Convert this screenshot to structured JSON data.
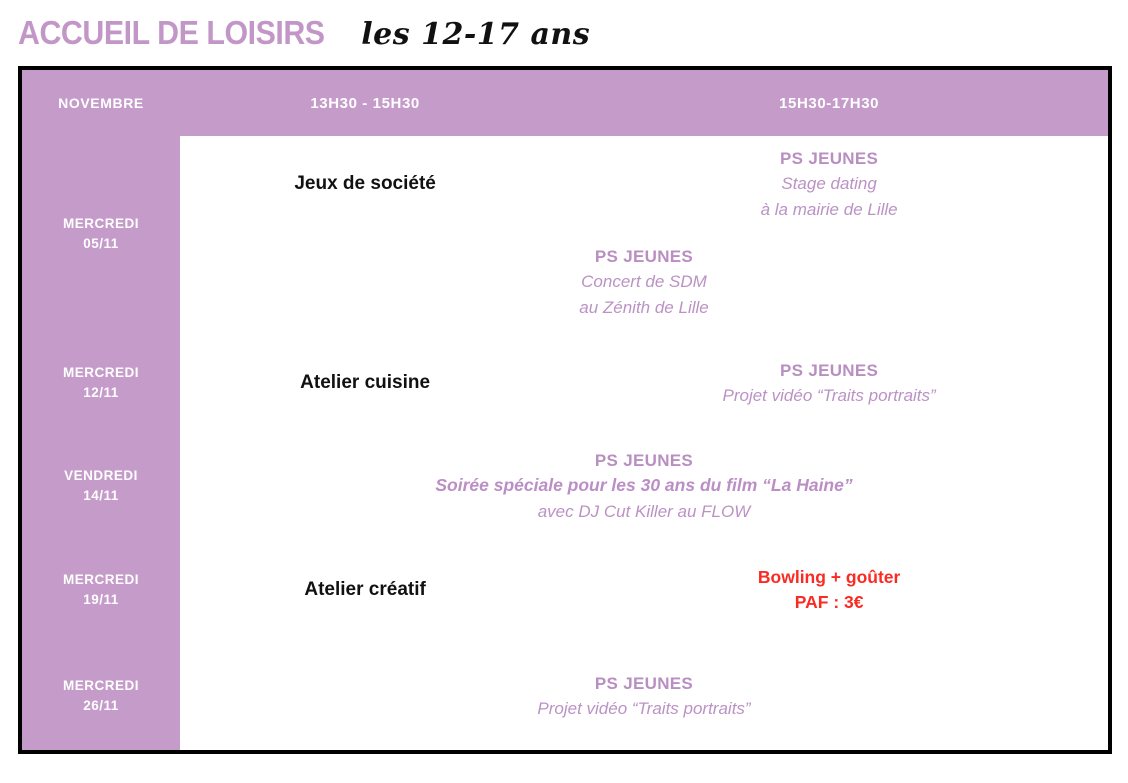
{
  "header": {
    "title_main": "ACCUEIL DE LOISIRS",
    "title_script": "les 12-17 ans"
  },
  "colors": {
    "purple_fill": "#C49BC9",
    "purple_text": "#BB92C4",
    "title_purple": "#C396C8",
    "red_accent": "#FA2B23",
    "border": "#000000"
  },
  "table": {
    "columns": {
      "month": "NOVEMBRE",
      "slot1": "13H30 - 15H30",
      "slot2": "15H30-17H30"
    },
    "rows": [
      {
        "day": "MERCREDI",
        "date": "05/11",
        "sub_rows": [
          {
            "merged": false,
            "slot1": {
              "kind": "activity",
              "text": "Jeux de société"
            },
            "slot2": {
              "kind": "ps",
              "title": "PS JEUNES",
              "lines": [
                "Stage dating",
                "à la mairie de Lille"
              ]
            }
          },
          {
            "merged": true,
            "content": {
              "kind": "ps",
              "title": "PS JEUNES",
              "lines": [
                "Concert de SDM",
                "au Zénith de Lille"
              ]
            }
          }
        ]
      },
      {
        "day": "MERCREDI",
        "date": "12/11",
        "sub_rows": [
          {
            "merged": false,
            "slot1": {
              "kind": "activity",
              "text": "Atelier cuisine"
            },
            "slot2": {
              "kind": "ps",
              "title": "PS JEUNES",
              "lines": [
                "Projet vidéo “Traits portraits”"
              ]
            }
          }
        ]
      },
      {
        "day": "VENDREDI",
        "date": "14/11",
        "sub_rows": [
          {
            "merged": true,
            "content": {
              "kind": "ps",
              "title": "PS JEUNES",
              "strong_line": "Soirée spéciale pour les 30 ans du film “La Haine”",
              "lines": [
                "avec DJ Cut Killer au FLOW"
              ]
            }
          }
        ]
      },
      {
        "day": "MERCREDI",
        "date": "19/11",
        "sub_rows": [
          {
            "merged": false,
            "slot1": {
              "kind": "activity",
              "text": "Atelier créatif"
            },
            "slot2": {
              "kind": "paf",
              "lines": [
                "Bowling + goûter",
                "PAF : 3€"
              ]
            }
          }
        ]
      },
      {
        "day": "MERCREDI",
        "date": "26/11",
        "sub_rows": [
          {
            "merged": true,
            "content": {
              "kind": "ps",
              "title": "PS JEUNES",
              "lines": [
                "Projet vidéo “Traits portraits”"
              ]
            }
          }
        ]
      }
    ]
  }
}
